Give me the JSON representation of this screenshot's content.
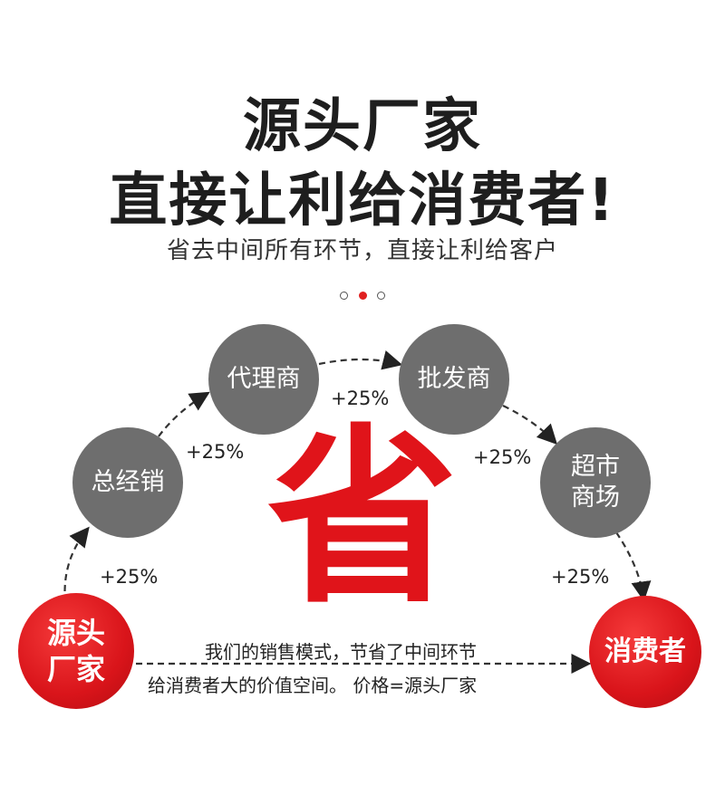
{
  "header": {
    "title_line1": "源头厂家",
    "title_line2": "直接让利给消费者!",
    "subtitle": "省去中间所有环节，直接让利给客户"
  },
  "carousel": {
    "dots": 3,
    "active_index": 1
  },
  "flow": {
    "nodes": {
      "source": "源头\n厂家",
      "distributor": "总经销",
      "agent": "代理商",
      "wholesaler": "批发商",
      "supermarket": "超市\n商场",
      "consumer": "消费者"
    },
    "markups": [
      "+25%",
      "+25%",
      "+25%",
      "+25%",
      "+25%"
    ],
    "center_mark": "省",
    "note_line1": "我们的销售模式，节省了中间环节",
    "note_line2": "给消费者大的价值空间。 价格=源头厂家"
  },
  "colors": {
    "accent_red": "#e0141a",
    "node_gray": "#6e6e6e"
  }
}
